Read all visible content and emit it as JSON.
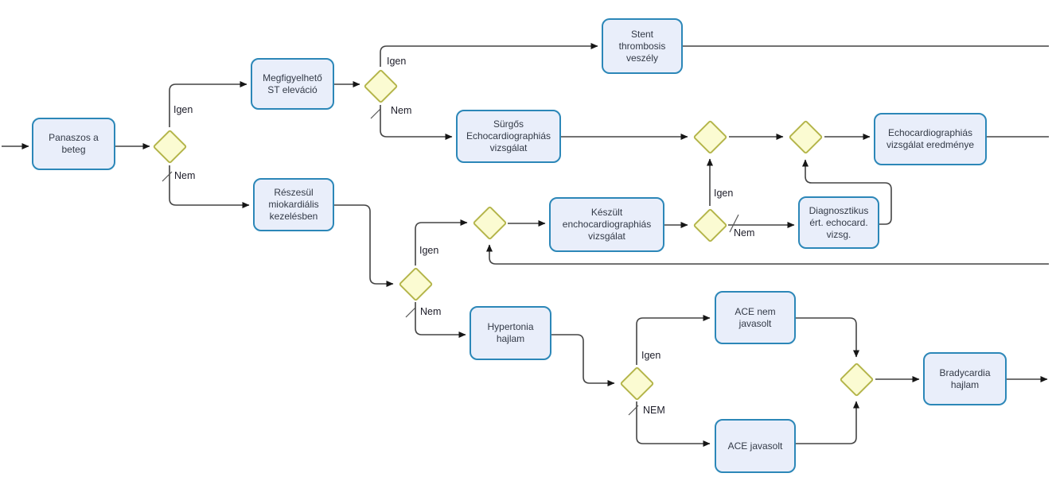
{
  "diagram": {
    "type": "flowchart",
    "language": "Hungarian",
    "colors": {
      "background": "#ffffff",
      "box_fill": "#e9eefa",
      "box_border": "#2c87b8",
      "diamond_fill": "#fbfbd2",
      "diamond_border": "#b4b54a",
      "connector": "#444444",
      "node_text": "#333a47",
      "edge_label_text": "#1c1c28"
    },
    "nodes": {
      "panaszos_a_beteg": "Panaszos a beteg",
      "megfigyelheto_st_elevacio": "Megfigyelhető ST eleváció",
      "stent_thrombosis_veszely": "Stent thrombosis veszély",
      "surgos_echocardiographias_vizsgalat": "Sürgős Echocardiographiás vizsgálat",
      "echocardiographias_vizsgalat_eredmenye": "Echocardiographiás vizsgálat eredménye",
      "reszesul_miokardialis_kezelesben": "Részesül miokardiális kezelésben",
      "keszult_enchocardiographias_vizsgalat": "Készült enchocardiographiás vizsgálat",
      "diagnosztikus_ert_echocard_vizsg": "Diagnosztikus ért. echocard. vizsg.",
      "hypertonia_hajlam": "Hypertonia hajlam",
      "ace_nem_javasolt": "ACE nem javasolt",
      "ace_javasolt": "ACE javasolt",
      "bradycardia_hajlam": "Bradycardia hajlam"
    },
    "edge_labels": {
      "d1_igen": "Igen",
      "d1_nem": "Nem",
      "d2_igen": "Igen",
      "d2_nem": "Nem",
      "d6_igen": "Igen",
      "d6_nem": "Nem",
      "d7_igen": "Igen",
      "d7_nem": "Nem",
      "d8_igen": "Igen",
      "d8_nem": "NEM"
    }
  }
}
